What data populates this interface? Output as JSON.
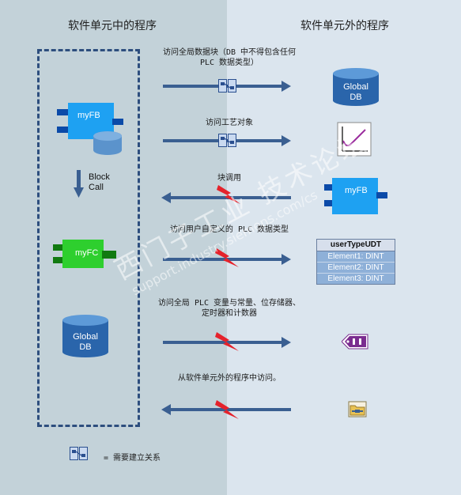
{
  "headers": {
    "left": "软件单元中的程序",
    "right": "软件单元外的程序"
  },
  "left_blocks": {
    "fb_label": "myFB",
    "block_call": [
      "Block",
      "Call"
    ],
    "fc_label": "myFC",
    "db_label": [
      "Global",
      "DB"
    ]
  },
  "rows": [
    {
      "label": [
        "访问全局数据块（DB 中不得包含任何",
        "PLC 数据类型）"
      ],
      "direction": "right",
      "marker": "relationship",
      "target": "Global DB",
      "target_lines": [
        "Global",
        "DB"
      ]
    },
    {
      "label": [
        "访问工艺对象"
      ],
      "direction": "right",
      "marker": "relationship",
      "target": "technology-object"
    },
    {
      "label": [
        "块调用"
      ],
      "direction": "left",
      "marker": "lightning",
      "target": "myFB"
    },
    {
      "label": [
        "访问用户自定义的 PLC 数据类型"
      ],
      "direction": "right",
      "marker": "lightning",
      "target": "userTypeUDT"
    },
    {
      "label": [
        "访问全局 PLC 变量与常量、位存储器、",
        "定时器和计数器"
      ],
      "direction": "right",
      "marker": "lightning",
      "target": "plc-tag"
    },
    {
      "label": [
        "从软件单元外的程序中访问。"
      ],
      "direction": "left",
      "marker": "lightning",
      "target": "program-folder"
    }
  ],
  "udt": {
    "title": "userTypeUDT",
    "elements": [
      "Element1: DINT",
      "Element2: DINT",
      "Element3: DINT"
    ]
  },
  "right_fb_label": "myFB",
  "legend": {
    "text": "= 需要建立关系"
  },
  "watermark": {
    "line1": "西门子工业 技术论坛",
    "line2": "support.industry.siemens.com/cs"
  },
  "icons": [
    "relationship-icon",
    "lightning-icon",
    "database-icon",
    "technology-object-icon",
    "plc-tag-icon",
    "program-folder-icon"
  ],
  "colors": {
    "left_bg": "#c3d2d9",
    "right_bg": "#dbe5ee",
    "arrow": "#3a5f91",
    "fb_blue": "#1ea1f2",
    "fc_green": "#2ecf2e",
    "lightning": "#e5222b"
  }
}
